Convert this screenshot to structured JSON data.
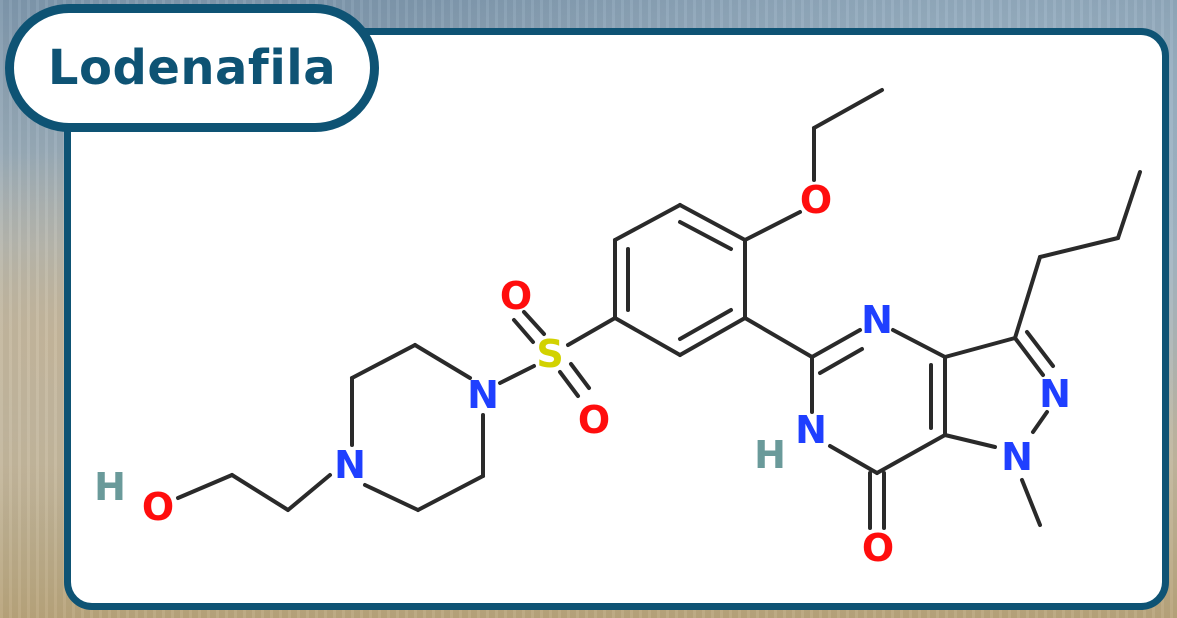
{
  "title": "Lodenafila",
  "colors": {
    "frame": "#0e5374",
    "bond": "#2a2a2a",
    "oxygen": "#ff0d0d",
    "nitrogen": "#1f3fff",
    "sulfur": "#d2d200",
    "hydrogen": "#6a9a9a"
  },
  "atoms": {
    "o_ethoxy": "O",
    "o_sulfonyl_top": "O",
    "o_sulfonyl_bottom": "O",
    "s": "S",
    "n_piperazine_right": "N",
    "n_piperazine_left": "N",
    "o_hydroxyl": "O",
    "h_hydroxyl": "H",
    "n_pyrimidine_top": "N",
    "n_pyrazole_2": "N",
    "n_pyrazole_1": "N",
    "n_amide": "N",
    "h_amide": "H",
    "o_carbonyl": "O"
  }
}
